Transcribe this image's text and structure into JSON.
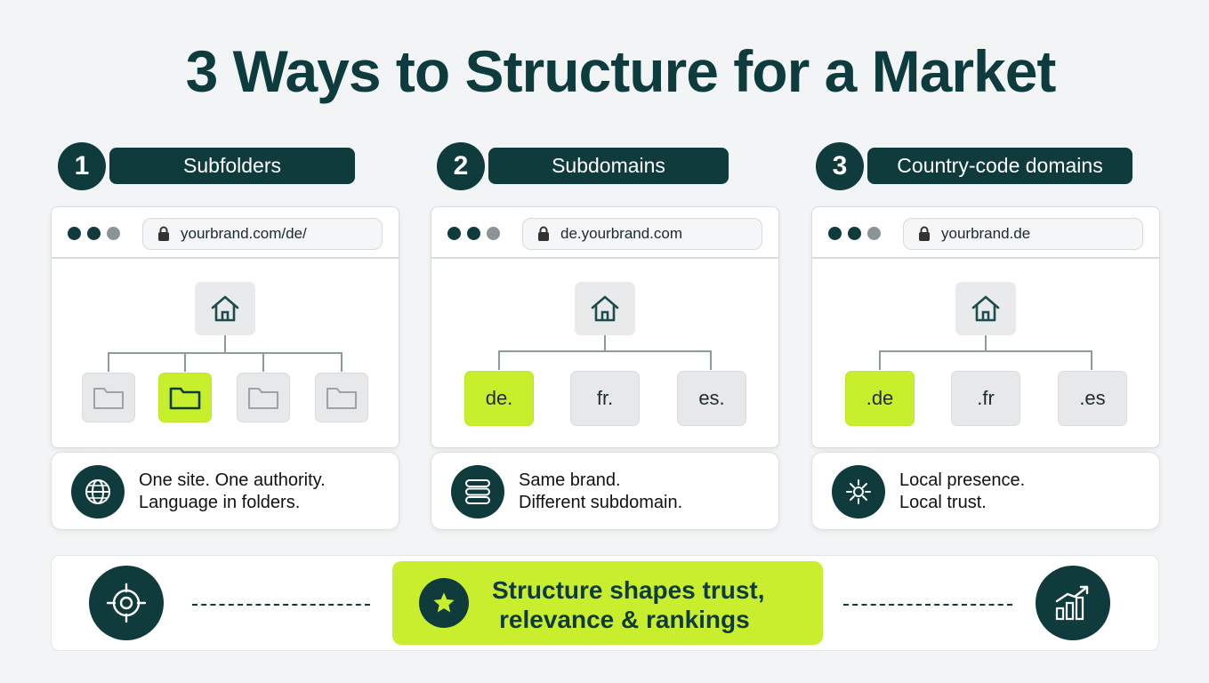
{
  "title": "3 Ways to Structure for a Market",
  "columns": [
    {
      "number": "1",
      "label": "Subfolders",
      "url": "yourbrand.com/de/",
      "caption_line1": "One site. One authority.",
      "caption_line2": "Language in folders.",
      "caption_icon": "globe-icon"
    },
    {
      "number": "2",
      "label": "Subdomains",
      "url": "de.yourbrand.com",
      "nodes": [
        "de.",
        "fr.",
        "es."
      ],
      "caption_line1": "Same brand.",
      "caption_line2": "Different subdomain.",
      "caption_icon": "stack-icon"
    },
    {
      "number": "3",
      "label": "Country-code domains",
      "url": "yourbrand.de",
      "nodes": [
        ".de",
        ".fr",
        ".es"
      ],
      "caption_line1": "Local presence.",
      "caption_line2": "Local trust.",
      "caption_icon": "local-network-icon"
    }
  ],
  "footer": {
    "line1": "Structure shapes trust,",
    "line2": "relevance & rankings",
    "left_icon": "target-icon",
    "center_icon": "star-icon",
    "right_icon": "growth-chart-icon"
  },
  "colors": {
    "dark_teal": "#0f3b3c",
    "lime": "#c8ee2e",
    "background": "#f2f4f5"
  }
}
